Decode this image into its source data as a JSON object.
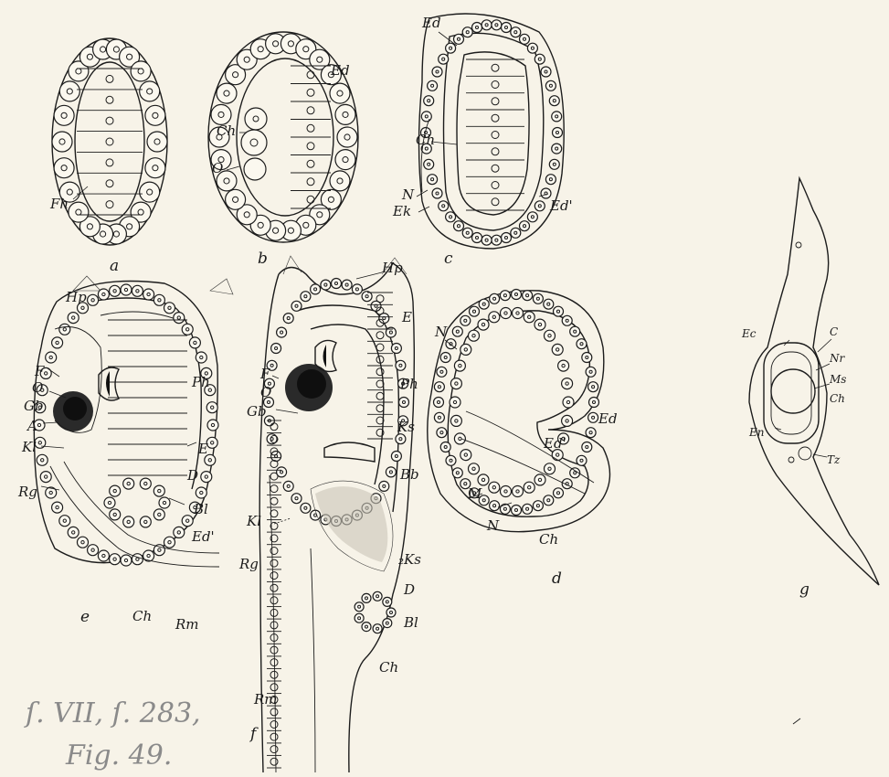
{
  "figure": {
    "panels": {
      "a": {
        "sub": "a",
        "labels": [
          "Fh"
        ]
      },
      "b": {
        "sub": "b",
        "labels": [
          "Ch",
          "O",
          "Ed"
        ]
      },
      "c": {
        "sub": "c",
        "labels": [
          "Ed",
          "Ch",
          "N",
          "Ek",
          "Ed'"
        ]
      },
      "d": {
        "sub": "d",
        "labels": [
          "N",
          "Ed",
          "Ed'",
          "M",
          "N",
          "Ch"
        ]
      },
      "e": {
        "sub": "e",
        "labels": [
          "Hp",
          "F",
          "O",
          "Gb",
          "A",
          "Kl",
          "Rg",
          "Ph",
          "E",
          "D",
          "Bl",
          "Ed'",
          "Ch",
          "Rm"
        ]
      },
      "f": {
        "sub": "f",
        "labels": [
          "Hp",
          "E",
          "F",
          "O",
          "Gb",
          "Ph",
          "Ks",
          "Bb",
          "Kl",
          "Rg",
          "₂Ks",
          "D",
          "Bl",
          "Ch",
          "Rm"
        ]
      },
      "g": {
        "sub": "g",
        "labels": [
          "C",
          "Ec",
          "Nr",
          "Ms",
          "Ch",
          "En",
          "Tz"
        ]
      }
    },
    "handwritten_note": [
      "ſ. VII, ſ. 283,",
      "Fig. 49."
    ]
  }
}
